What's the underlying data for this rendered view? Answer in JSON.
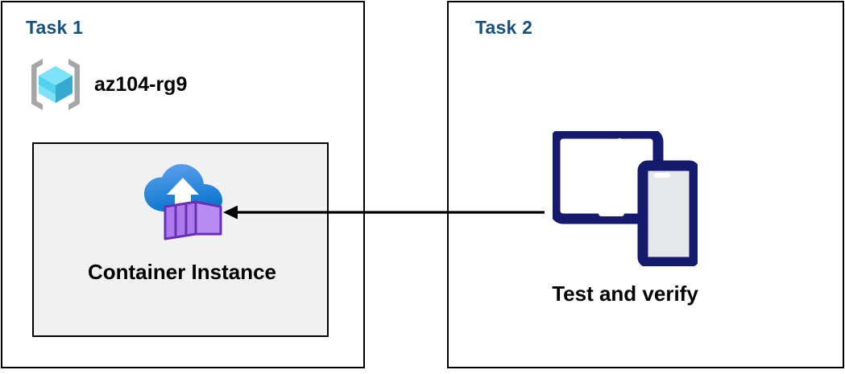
{
  "diagram": {
    "title": "Azure Container Instance task diagram",
    "background": "#ffffff",
    "panels": [
      {
        "id": "task1",
        "title": "Task 1",
        "title_color": "#15517a",
        "border_color": "#000000",
        "resource_group": {
          "icon": "azure-resource-group-icon",
          "label": "az104-rg9",
          "label_color": "#000000",
          "bracket_color": "#a6a6a6",
          "cube_top_color": "#7fe3f7",
          "cube_left_color": "#4fd3f0",
          "cube_right_color": "#35a9cf"
        },
        "resource_box": {
          "icon": "azure-container-instance-icon",
          "label": "Container Instance",
          "fill": "#f1f1f1",
          "border_color": "#000000",
          "cloud_top_color": "#5b9bea",
          "cloud_bottom_color": "#0c7cd0",
          "container_front_color": "#ab7bec",
          "container_side_color": "#9a63e0",
          "container_outline_color": "#6b2fb5"
        }
      },
      {
        "id": "task2",
        "title": "Task 2",
        "title_color": "#15517a",
        "border_color": "#000000",
        "devices": {
          "icon": "tablet-and-phone-icon",
          "label": "Test and verify",
          "label_color": "#000000",
          "outline_color": "#141a6e",
          "screen_color": "#e6e7e9"
        }
      }
    ],
    "connector": {
      "name": "arrow-task2-to-container-instance",
      "direction": "right-to-left",
      "color": "#000000",
      "from": "Test and verify",
      "to": "Container Instance"
    }
  }
}
